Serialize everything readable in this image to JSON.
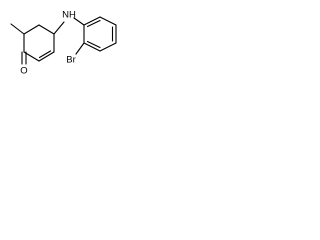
{
  "structure": {
    "atoms": {
      "nh": "NH",
      "br": "Br",
      "o": "O"
    }
  }
}
